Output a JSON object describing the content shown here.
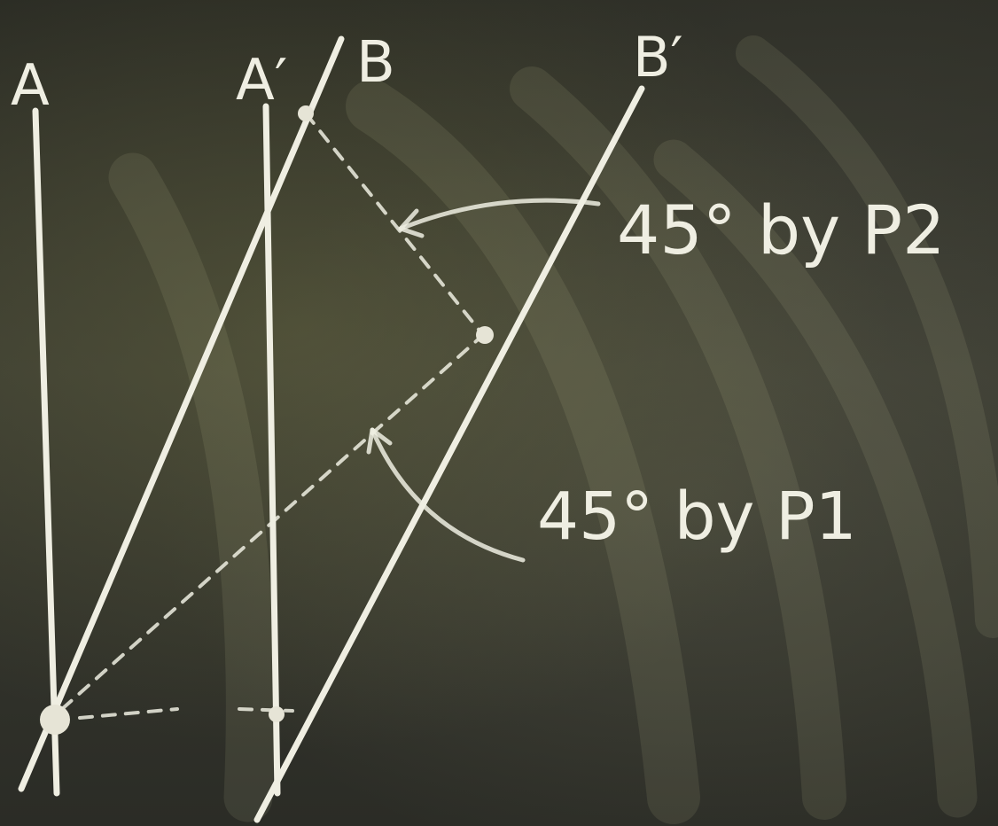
{
  "labels": {
    "a": "A",
    "a_prime": "A′",
    "b": "B",
    "b_prime": "B′"
  },
  "annotations": {
    "upper": "45° by P2",
    "lower": "45° by P1"
  },
  "colors": {
    "chalk": "#efeee2",
    "board": "#2f302a"
  }
}
